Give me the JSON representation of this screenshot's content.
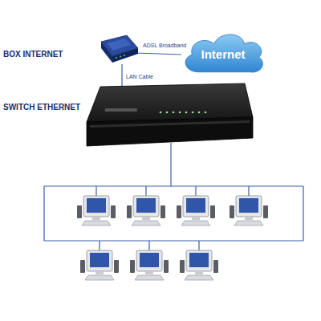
{
  "diagram": {
    "nodes": [
      {
        "text": [
          "Internet"
        ]
      }
    ],
    "labels": [
      "BOX INTERNET",
      "ADSL Broadband",
      "LAN Cable",
      "SWITCH ETHERNET"
    ]
  }
}
